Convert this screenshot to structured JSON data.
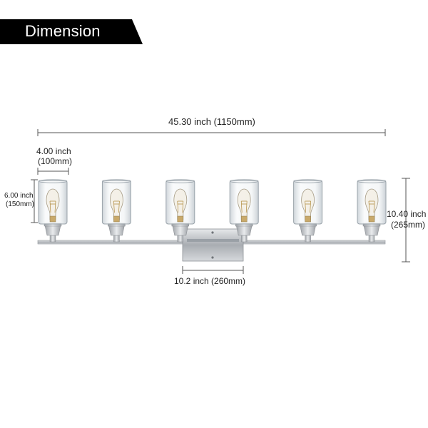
{
  "header": {
    "title": "Dimension"
  },
  "dimensions": {
    "overall_width": "45.30 inch (1150mm)",
    "shade_width_inch": "4.00 inch",
    "shade_width_mm": "(100mm)",
    "shade_height_inch": "6.00 inch",
    "shade_height_mm": "(150mm)",
    "overall_height_inch": "10.40 inch",
    "overall_height_mm": "(265mm)",
    "backplate_width": "10.2 inch (260mm)"
  },
  "fixture": {
    "light_count": 6,
    "finish_color": "#b9bcc0",
    "glass_color": "#cfd6db"
  },
  "colors": {
    "banner": "#000000",
    "dimension_line": "#555555"
  }
}
